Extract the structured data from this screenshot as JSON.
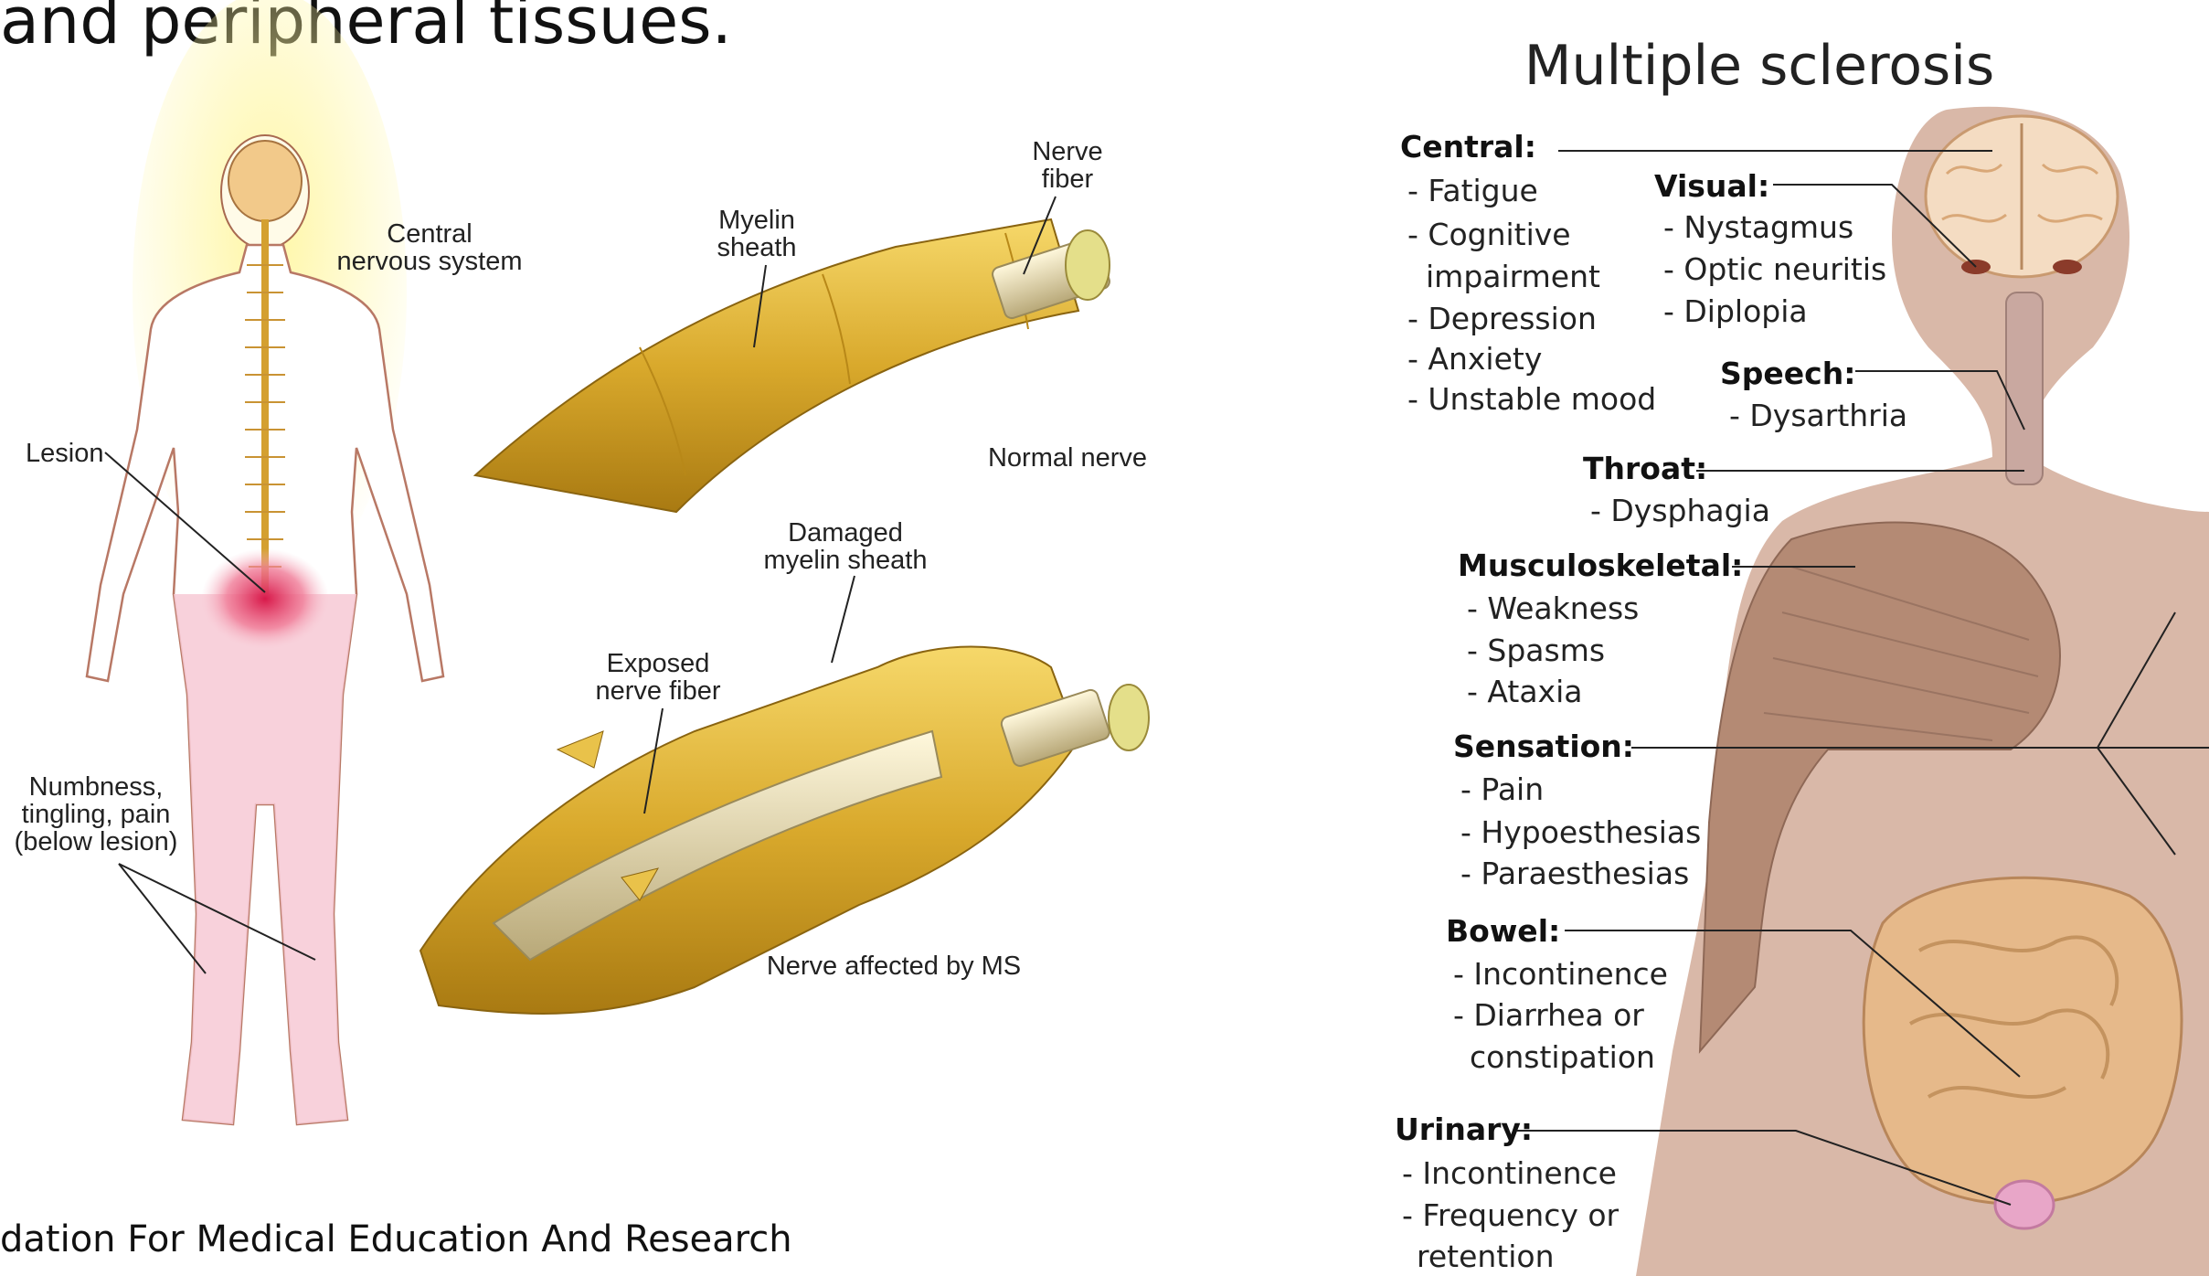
{
  "slide": {
    "title": "and peripheral tissues.",
    "footer": "dation For Medical Education And Research"
  },
  "left_figure": {
    "cns_label": [
      "Central",
      "nervous system"
    ],
    "lesion_label": "Lesion",
    "numbness_label": [
      "Numbness,",
      "tingling, pain",
      "(below lesion)"
    ],
    "nerve_fiber_label": [
      "Nerve",
      "fiber"
    ],
    "myelin_label": [
      "Myelin",
      "sheath"
    ],
    "normal_label": "Normal nerve",
    "damaged_label": [
      "Damaged",
      "myelin sheath"
    ],
    "exposed_label": [
      "Exposed",
      "nerve fiber"
    ],
    "ms_nerve_label": "Nerve affected by MS"
  },
  "right_figure": {
    "title": "Multiple sclerosis",
    "groups": [
      {
        "heading": "Central:",
        "items": [
          "- Fatigue",
          "- Cognitive",
          "  impairment",
          "- Depression",
          "- Anxiety",
          "- Unstable mood"
        ]
      },
      {
        "heading": "Visual:",
        "items": [
          "- Nystagmus",
          "- Optic neuritis",
          "- Diplopia"
        ]
      },
      {
        "heading": "Speech:",
        "items": [
          "- Dysarthria"
        ]
      },
      {
        "heading": "Throat:",
        "items": [
          "- Dysphagia"
        ]
      },
      {
        "heading": "Musculoskeletal:",
        "items": [
          "- Weakness",
          "- Spasms",
          "- Ataxia"
        ]
      },
      {
        "heading": "Sensation:",
        "items": [
          "- Pain",
          "- Hypoesthesias",
          "- Paraesthesias"
        ]
      },
      {
        "heading": "Bowel:",
        "items": [
          "- Incontinence",
          "- Diarrhea or",
          "  constipation"
        ]
      },
      {
        "heading": "Urinary:",
        "items": [
          "- Incontinence",
          "- Frequency or",
          "  retention"
        ]
      }
    ]
  },
  "colors": {
    "skin_body": "#d9b8a8",
    "nerve_gold": "#d4a62a",
    "lesion_red": "#e0365a",
    "pink_region": "#f4c6d2",
    "glow_yellow": "#fff3a8"
  }
}
